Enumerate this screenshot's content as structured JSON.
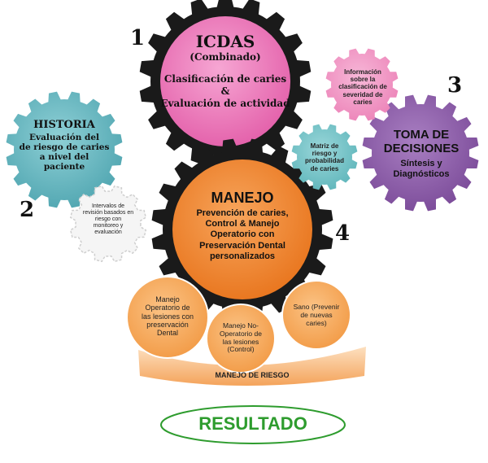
{
  "numbers": {
    "n1": "1",
    "n2": "2",
    "n3": "3",
    "n4": "4"
  },
  "icdas": {
    "title": "ICDAS",
    "subtitle": "(Combinado)",
    "body": "Clasificación de caries\n&\nEvaluación de actividad",
    "color": "#e872b4"
  },
  "historia": {
    "title": "HISTORIA",
    "body": "Evaluación del\nde riesgo de caries\na nivel del\npaciente",
    "color": "#5fb3bd"
  },
  "toma": {
    "title": "TOMA DE\nDECISIONES",
    "body": "Síntesis y\nDiagnósticos",
    "color": "#8e5da8"
  },
  "manejo": {
    "title": "MANEJO",
    "body": "Prevención de caries,\nControl & Manejo\nOperatorio con\nPreservación Dental\npersonalizados",
    "color": "#f0862e"
  },
  "info_icdas": {
    "text": "Información\nsobre la\nclasificación de\nseveridad de\ncaries",
    "color": "#ef8fbf"
  },
  "matriz": {
    "text": "Matriz de\nriesgo y\nprobabilidad\nde caries",
    "color": "#6fc1c5"
  },
  "intervalos": {
    "text": "Intervalos de\nrevisión basados en\nriesgo con\nmonitoreo y\nevaluación",
    "color": "#f2f2f2"
  },
  "outcomes": [
    {
      "text": "Manejo\nOperatorio de\nlas lesiones con\npreservación\nDental"
    },
    {
      "text": "Manejo No-\nOperatorio de\nlas lesiones\n(Control)"
    },
    {
      "text": "Sano (Prevenir\nde nuevas\ncaries)"
    }
  ],
  "manejo_riesgo": {
    "label": "MANEJO DE RIESGO"
  },
  "resultado": {
    "label": "RESULTADO",
    "color": "#2e9c2e"
  }
}
